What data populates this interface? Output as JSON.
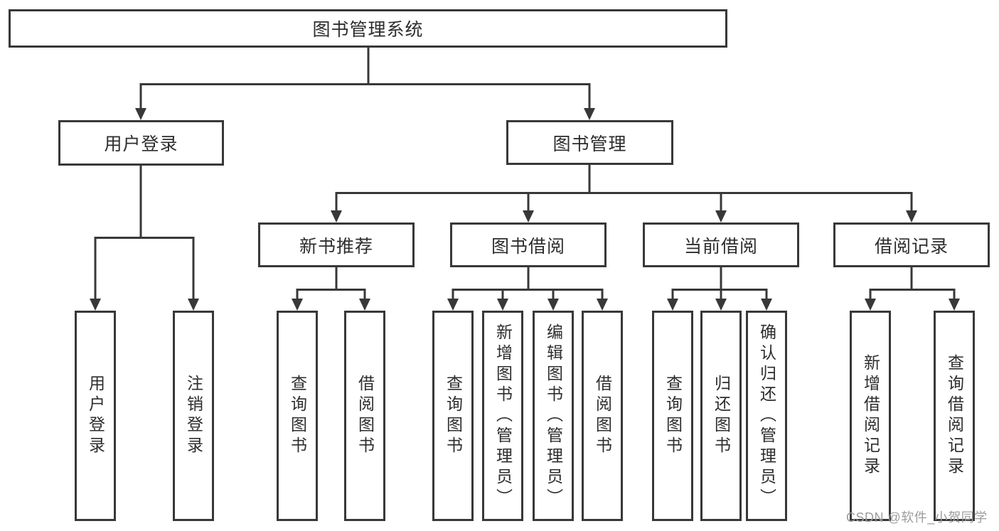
{
  "tree": {
    "root": "图书管理系统",
    "children": [
      {
        "label": "用户登录",
        "children": [
          "用户登录",
          "注销登录"
        ]
      },
      {
        "label": "图书管理",
        "children": [
          {
            "label": "新书推荐",
            "children": [
              "查询图书",
              "借阅图书"
            ]
          },
          {
            "label": "图书借阅",
            "children": [
              "查询图书",
              "新增图书（管理员）",
              "编辑图书（管理员）",
              "借阅图书"
            ]
          },
          {
            "label": "当前借阅",
            "children": [
              "查询图书",
              "归还图书",
              "确认归还（管理员）"
            ]
          },
          {
            "label": "借阅记录",
            "children": [
              "新增借阅记录",
              "查询借阅记录"
            ]
          }
        ]
      }
    ]
  },
  "watermark": {
    "text": "CSDN @软件_小贺同学",
    "color": "#9c9c9c"
  },
  "colors": {
    "line": "#383838",
    "text": "#2d2d2d",
    "background": "#ffffff"
  }
}
